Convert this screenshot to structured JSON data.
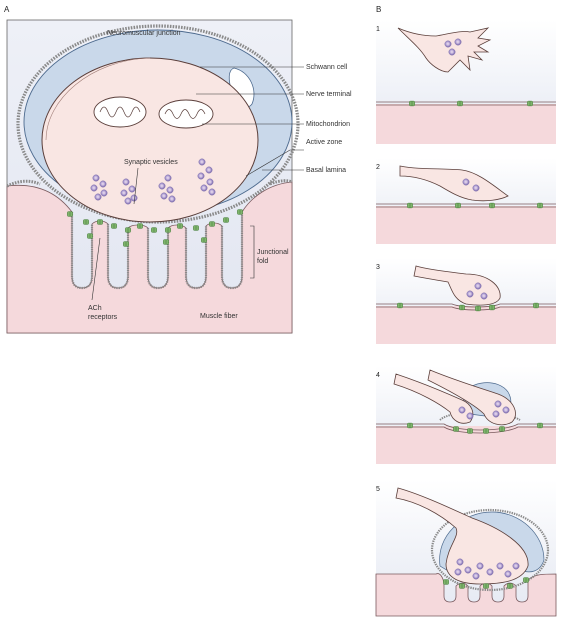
{
  "panel_a": {
    "letter": "A",
    "title": "Neuromuscular junction",
    "labels": {
      "schwann": "Schwann cell",
      "nerve_terminal": "Nerve terminal",
      "mitochondrion": "Mitochondrion",
      "active_zone": "Active zone",
      "basal_lamina": "Basal lamina",
      "synaptic_vesicles": "Synaptic vesicles",
      "junctional_fold_1": "Junctional",
      "junctional_fold_2": "fold",
      "ach_1": "ACh",
      "ach_2": "receptors",
      "muscle_fiber": "Muscle fiber"
    }
  },
  "panel_b": {
    "letter": "B",
    "steps": [
      "1",
      "2",
      "3",
      "4",
      "5"
    ]
  },
  "colors": {
    "background_top": "#eceef6",
    "muscle": "#f5d9dc",
    "terminal": "#f9e6e3",
    "schwann": "#c9d8ea",
    "vesicle": "#9a8bc0",
    "receptor": "#5f9a52",
    "lamina": "#8a8a8a"
  }
}
